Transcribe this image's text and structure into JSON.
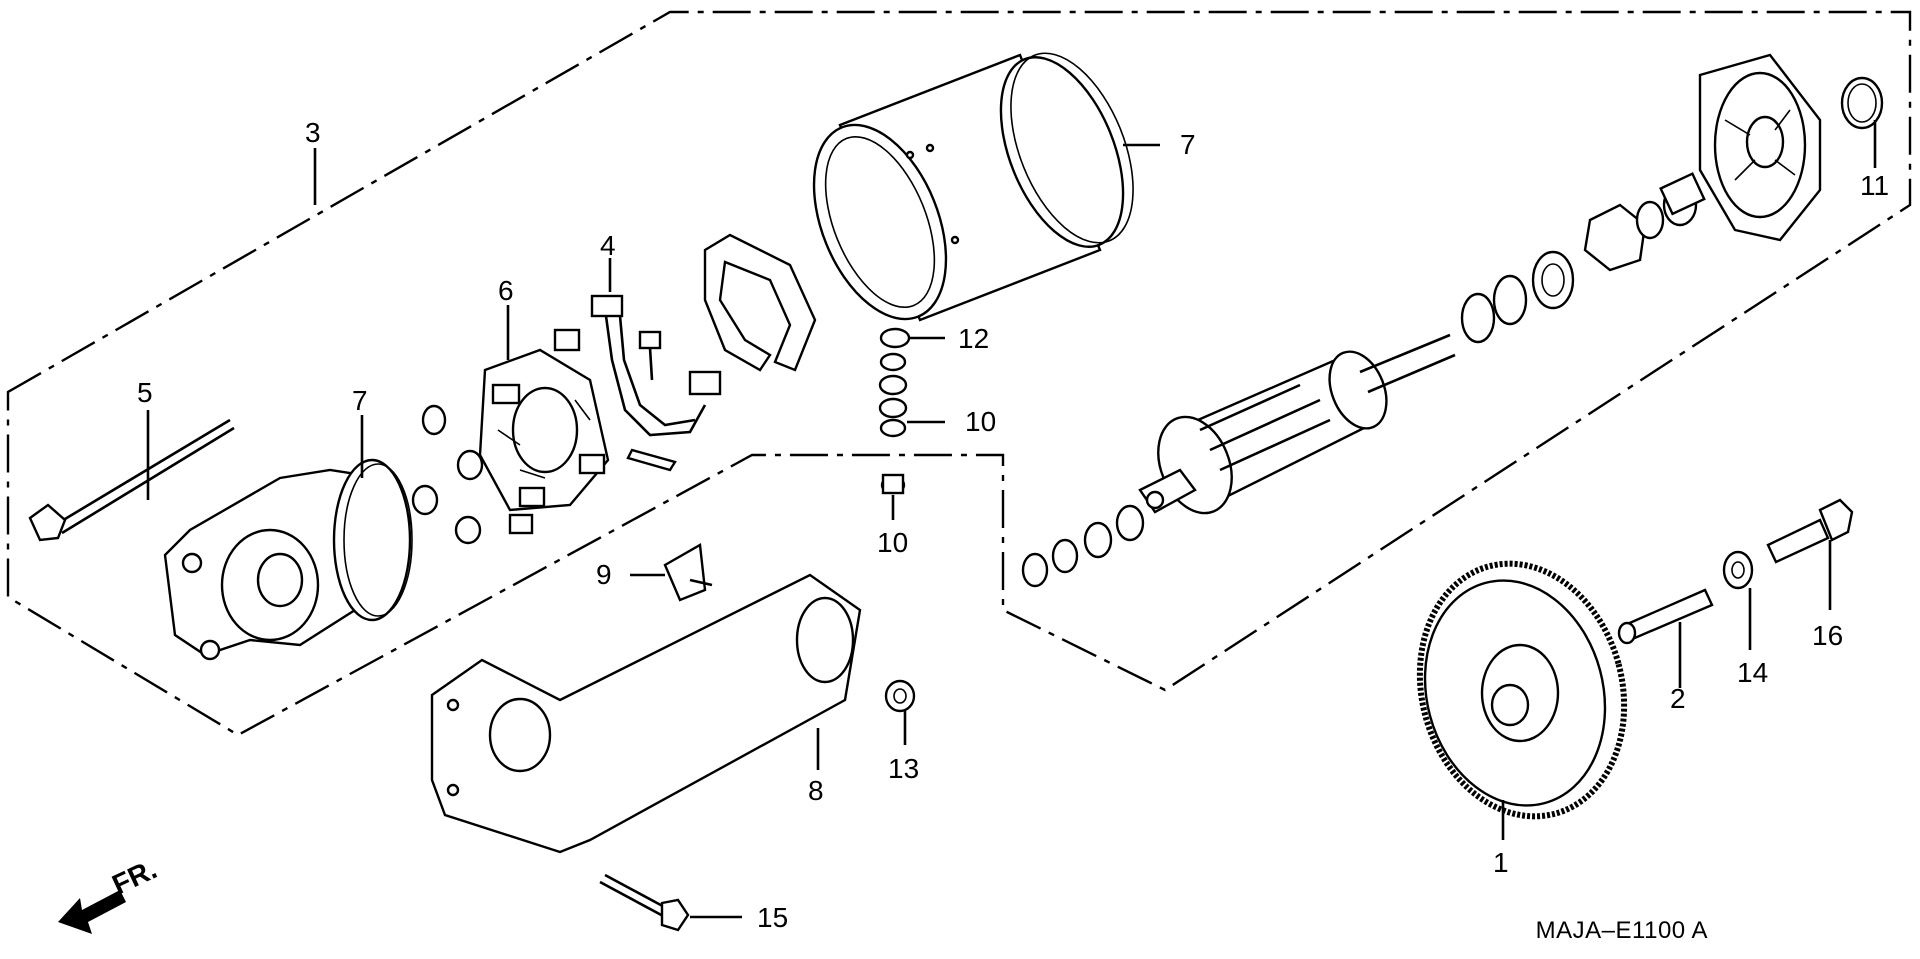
{
  "diagram": {
    "drawing_code": "MAJA–E1100 A",
    "direction_label": "FR.",
    "callouts": [
      {
        "id": "c1",
        "label": "1"
      },
      {
        "id": "c2",
        "label": "2"
      },
      {
        "id": "c3",
        "label": "3"
      },
      {
        "id": "c4",
        "label": "4"
      },
      {
        "id": "c5",
        "label": "5"
      },
      {
        "id": "c6",
        "label": "6"
      },
      {
        "id": "c7a",
        "label": "7"
      },
      {
        "id": "c7b",
        "label": "7"
      },
      {
        "id": "c8",
        "label": "8"
      },
      {
        "id": "c9",
        "label": "9"
      },
      {
        "id": "c10a",
        "label": "10"
      },
      {
        "id": "c10b",
        "label": "10"
      },
      {
        "id": "c11",
        "label": "11"
      },
      {
        "id": "c12",
        "label": "12"
      },
      {
        "id": "c13",
        "label": "13"
      },
      {
        "id": "c14",
        "label": "14"
      },
      {
        "id": "c15",
        "label": "15"
      },
      {
        "id": "c16",
        "label": "16"
      }
    ]
  }
}
